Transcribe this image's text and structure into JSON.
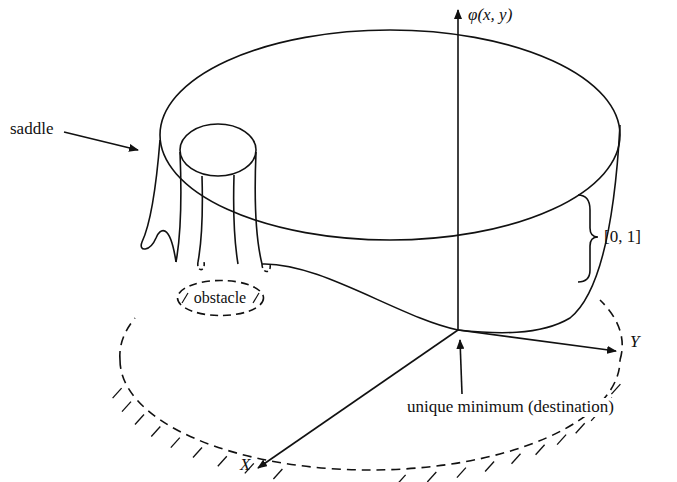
{
  "diagram": {
    "nodes": [
      {
        "text": [
          "obstacle"
        ]
      }
    ],
    "labels": [
      "φ(x, y)",
      "saddle",
      "[0, 1]",
      "Y",
      "unique minimum (destination)",
      "X"
    ]
  }
}
